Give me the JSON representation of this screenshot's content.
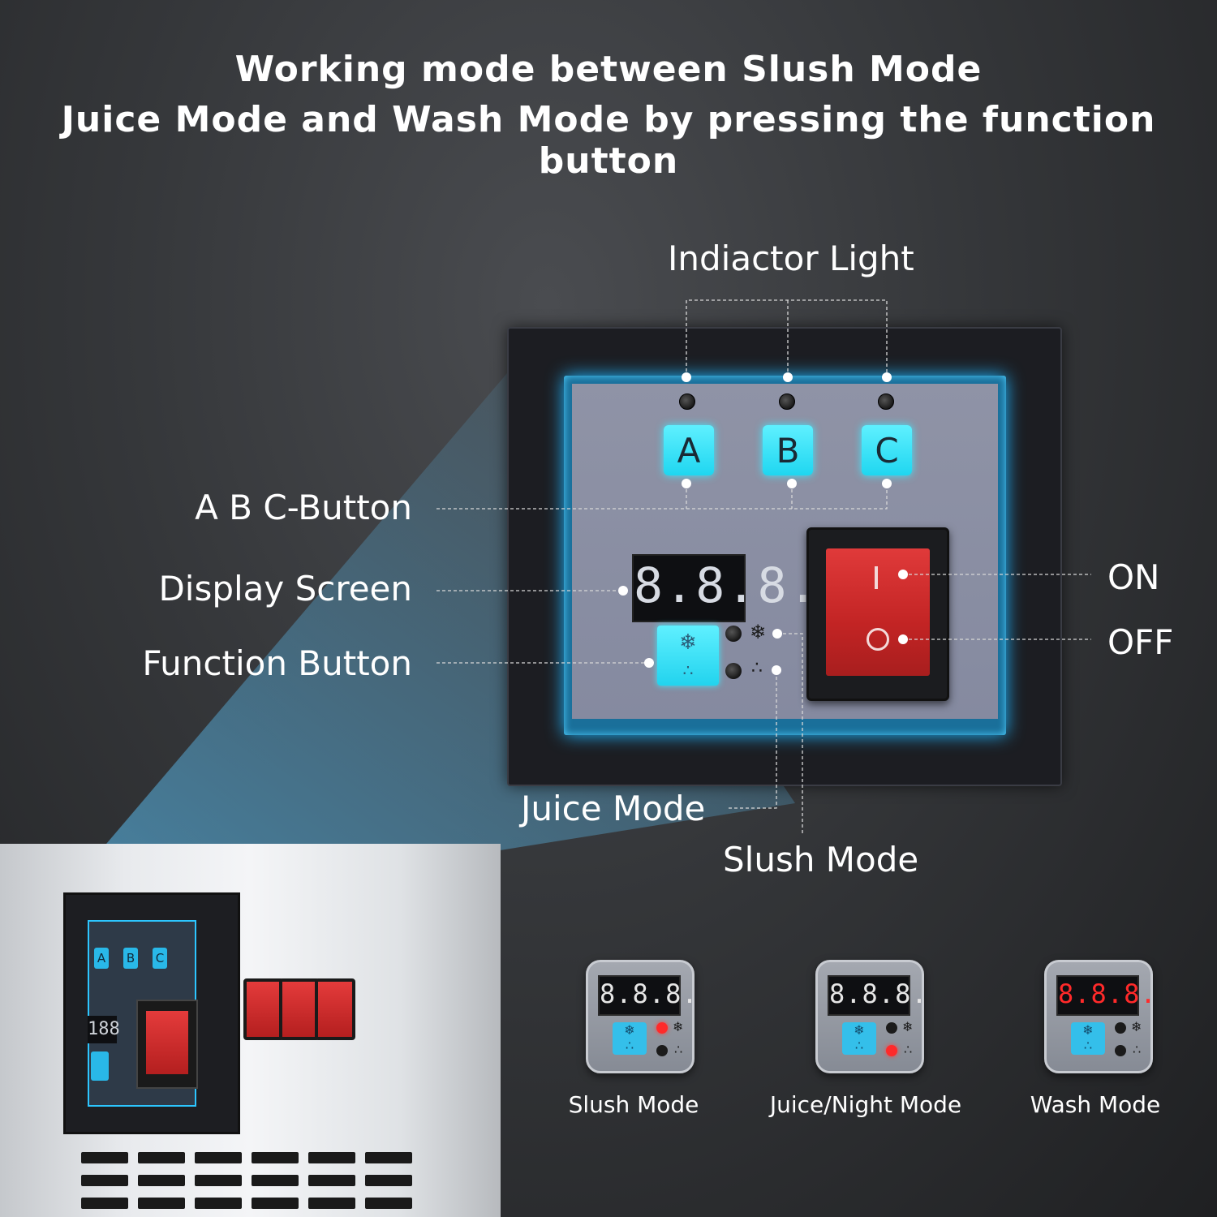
{
  "header": {
    "line1": "Working mode between Slush Mode",
    "line2": "Juice Mode and Wash Mode by pressing the function button"
  },
  "callouts": {
    "indicator_light": "Indiactor Light",
    "abc_button": "A B C-Button",
    "display_screen": "Display Screen",
    "function_button": "Function Button",
    "on": "ON",
    "off": "OFF",
    "juice_mode": "Juice Mode",
    "slush_mode": "Slush Mode"
  },
  "panel": {
    "buttons": [
      "A",
      "B",
      "C"
    ],
    "display_value": "8.8.8."
  },
  "machine": {
    "mini_buttons": [
      "A",
      "B",
      "C"
    ],
    "mini_display": "188"
  },
  "modes": [
    {
      "label": "Slush Mode",
      "display": "8.8.8.",
      "display_color": "#e6e6e6",
      "red_led": "top"
    },
    {
      "label": "Juice/Night Mode",
      "display": "8.8.8.",
      "display_color": "#e6e6e6",
      "red_led": "bottom"
    },
    {
      "label": "Wash Mode",
      "display": "8.8.8.",
      "display_color": "#ff2a2a",
      "red_led": "none"
    }
  ],
  "colors": {
    "accent_cyan": "#1fd6f0",
    "switch_red": "#c22424",
    "background": "#35373a"
  },
  "icons": {
    "slush": "snowflake-icon",
    "juice": "droplets-icon"
  }
}
